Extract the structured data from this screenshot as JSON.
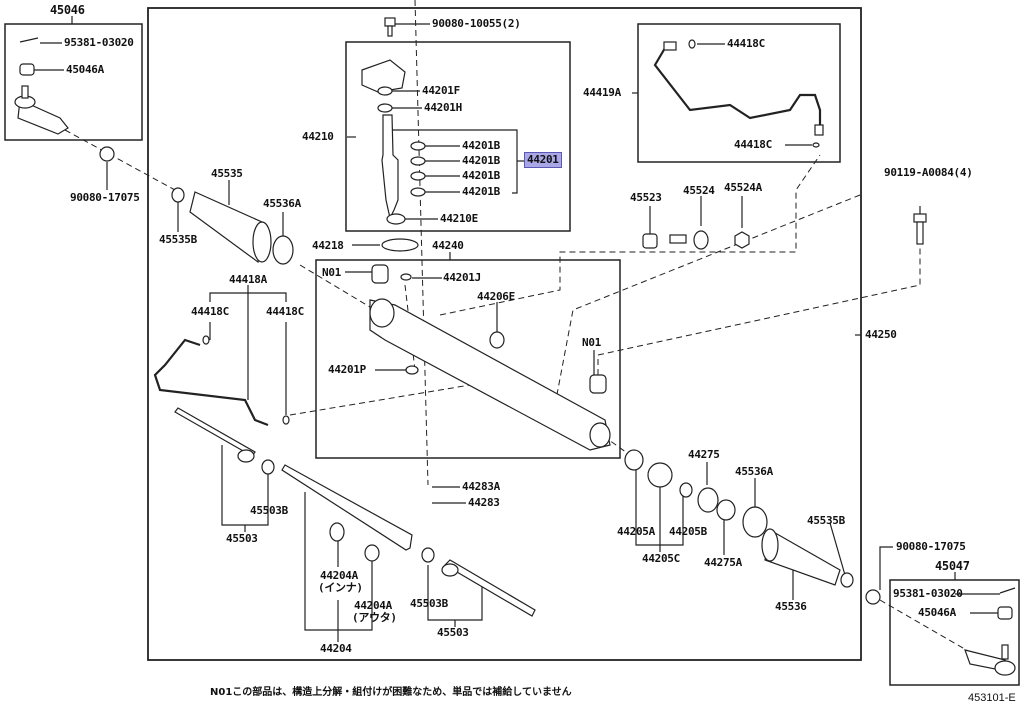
{
  "diagram": {
    "title": "Steering Gear & Link parts diagram",
    "figure_code": "453101-E",
    "note": "N01この部品は、構造上分解・組付けが困難なため、単品では補給していません",
    "highlight_color": "#a9a7e6",
    "groups": {
      "tie_rod_end_left": {
        "label": "45046",
        "parts": [
          "95381-03020",
          "45046A"
        ],
        "nut": "90080-17075"
      },
      "tie_rod_end_right": {
        "label": "45047",
        "parts": [
          "95381-03020",
          "45046A"
        ],
        "nut": "90080-17075"
      },
      "valve_assy": {
        "label": "44210",
        "bolt": "90080-10055(2)",
        "parts": [
          "44201F",
          "44201H",
          "44201B",
          "44201B",
          "44201B",
          "44201B",
          "44210E"
        ],
        "kit": "44201"
      },
      "tube_assy_top": {
        "label": "44419A",
        "parts": [
          "44418C",
          "44418C"
        ]
      },
      "tube_assy_left": {
        "label": "44418A",
        "parts": [
          "44418C",
          "44418C"
        ]
      },
      "housing": {
        "label": "44240",
        "parts": [
          "N01",
          "44201J",
          "44206E",
          "44201P",
          "N01"
        ]
      },
      "rack": {
        "label": "44204",
        "parts": [
          "44204A",
          "44204A"
        ],
        "sublabels": [
          "(インナ)",
          "(アウタ)"
        ]
      },
      "tie_rod_left": {
        "label": "45503",
        "parts": [
          "45503B"
        ]
      },
      "tie_rod_right": {
        "label": "45503",
        "parts": [
          "45503B"
        ]
      },
      "bushing": {
        "label": "44205C",
        "parts": [
          "44205A",
          "44205B"
        ]
      },
      "gear_assy": {
        "label": "44250"
      }
    },
    "labels": {
      "l45046": "45046",
      "l95381a": "95381-03020",
      "l45046A": "45046A",
      "l90080a": "90080-17075",
      "l90080b": "90080-10055(2)",
      "l44201F": "44201F",
      "l44201H": "44201H",
      "l44210": "44210",
      "l44201B1": "44201B",
      "l44201B2": "44201B",
      "l44201B3": "44201B",
      "l44201B4": "44201B",
      "l44201": "44201",
      "l44210E": "44210E",
      "l44418C_top": "44418C",
      "l44419A": "44419A",
      "l44418C_top2": "44418C",
      "l90119": "90119-A0084(4)",
      "l45523": "45523",
      "l45524": "45524",
      "l45524A": "45524A",
      "l45535": "45535",
      "l45536A": "45536A",
      "l45535B": "45535B",
      "l44218": "44218",
      "l44240": "44240",
      "lN01a": "N01",
      "l44201J": "44201J",
      "l44206E": "44206E",
      "l44201P": "44201P",
      "lN01b": "N01",
      "l44250": "44250",
      "l44418A": "44418A",
      "l44418C_l1": "44418C",
      "l44418C_l2": "44418C",
      "l44283A": "44283A",
      "l44283": "44283",
      "l45503B_l": "45503B",
      "l45503_l": "45503",
      "l44204A_in": "44204A",
      "l44204A_in_sub": "(インナ)",
      "l44204A_out": "44204A",
      "l44204A_out_sub": "(アウタ)",
      "l44204": "44204",
      "l45503B_r": "45503B",
      "l45503_r": "45503",
      "l44275": "44275",
      "l45536A_r": "45536A",
      "l45535B_r": "45535B",
      "l44205A": "44205A",
      "l44205B": "44205B",
      "l44205C": "44205C",
      "l44275A": "44275A",
      "l45536": "45536",
      "l90080c": "90080-17075",
      "l45047": "45047",
      "l95381b": "95381-03020",
      "l45046A_r": "45046A"
    }
  }
}
